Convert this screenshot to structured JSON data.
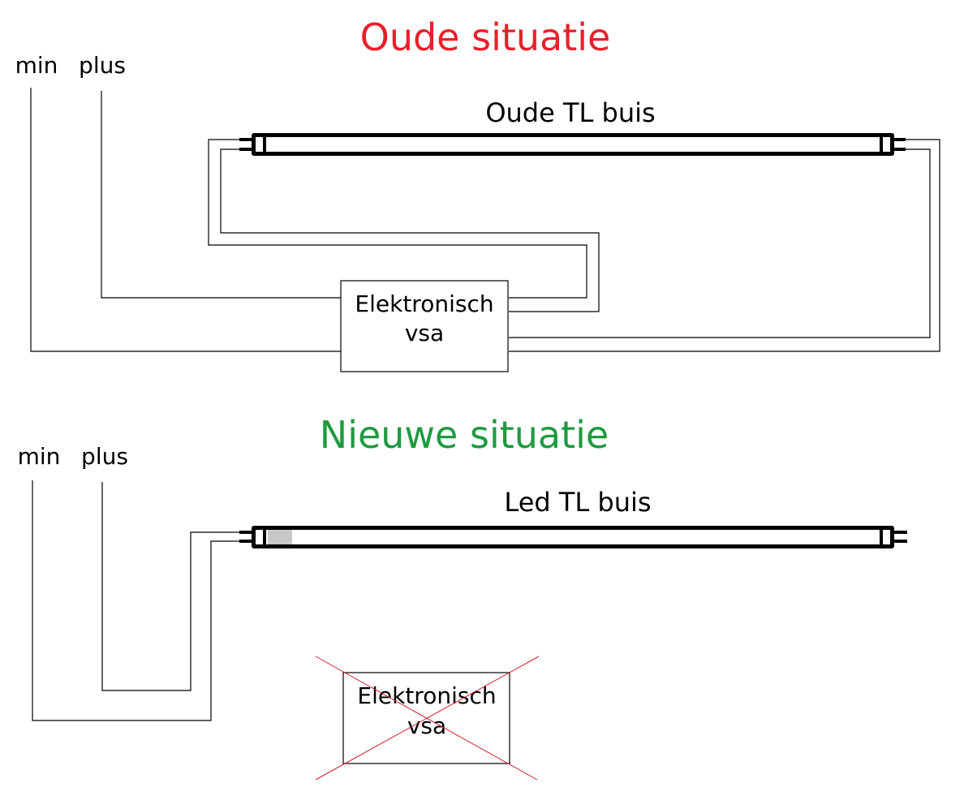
{
  "old_section": {
    "title": "Oude situatie",
    "title_color": "#e8202a",
    "label_min": "min",
    "label_plus": "plus",
    "tube_label": "Oude TL buis",
    "ballast_line1": "Elektronisch",
    "ballast_line2": "vsa"
  },
  "new_section": {
    "title": "Nieuwe situatie",
    "title_color": "#1f9a3f",
    "label_min": "min",
    "label_plus": "plus",
    "tube_label": "Led TL buis",
    "ballast_line1": "Elektronisch",
    "ballast_line2": "vsa",
    "ballast_crossed_out": true,
    "cross_color": "#cc1f2a",
    "led_driver_marker_color": "#c8c8c8"
  }
}
